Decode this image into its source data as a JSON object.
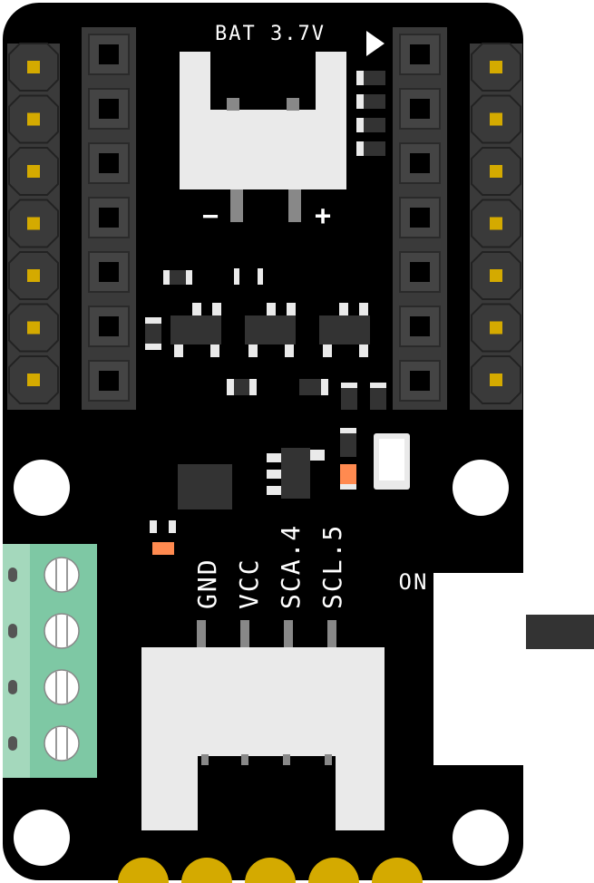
{
  "labels": {
    "battery": "BAT 3.7V",
    "minus": "−",
    "plus": "+",
    "on": "ON",
    "pins": [
      "GND",
      "VCC",
      "SCA.4",
      "SCL.5"
    ]
  },
  "colors": {
    "pcb": "#000000",
    "header": "#3a3a3a",
    "gold": "#d4aa00",
    "connector": "#eaeaea",
    "terminal": "#7ec8a4",
    "component": "#333333",
    "orange": "#ff8a50"
  }
}
